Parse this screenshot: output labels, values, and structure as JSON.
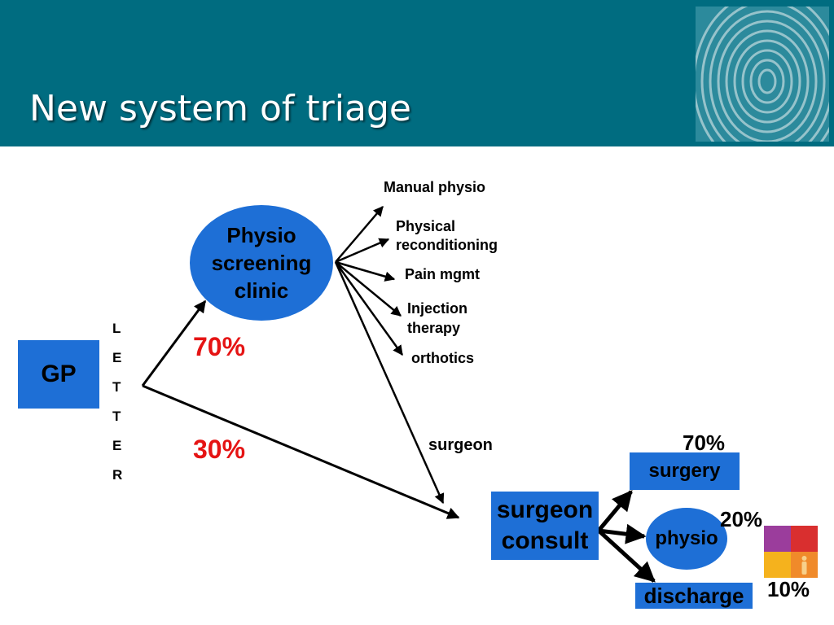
{
  "header": {
    "title": "New system of triage",
    "bg_color": "#006c80",
    "logo_icon": "fingerprint-icon"
  },
  "nodes": {
    "gp": "GP",
    "physio_clinic": [
      "Physio",
      "screening",
      "clinic"
    ],
    "surgeon_consult": [
      "surgeon",
      "consult"
    ],
    "surgery": "surgery",
    "physio": "physio",
    "discharge": "discharge"
  },
  "letter": [
    "L",
    "E",
    "T",
    "T",
    "E",
    "R"
  ],
  "percentages": {
    "to_physio": "70%",
    "to_surgeon": "30%",
    "surgery": "70%",
    "physio": "20%",
    "discharge": "10%"
  },
  "treatments": {
    "manual": "Manual physio",
    "physical": [
      "Physical",
      "reconditioning"
    ],
    "pain": "Pain mgmt",
    "injection": [
      "Injection",
      "therapy"
    ],
    "orthotics": "orthotics",
    "surgeon": "surgeon"
  },
  "colors": {
    "node": "#1e6fd6",
    "highlight": "#e51414",
    "logo_blocks": [
      "#9b3d9c",
      "#d92f2f",
      "#f5b21d",
      "#f08a2a"
    ]
  }
}
